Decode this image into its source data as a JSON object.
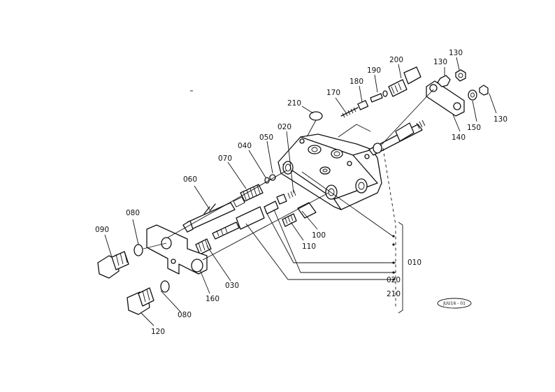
{
  "diagram": {
    "part_labels": [
      {
        "id": "p010",
        "text": "010"
      },
      {
        "id": "p020a",
        "text": "020"
      },
      {
        "id": "p020b",
        "text": "020"
      },
      {
        "id": "p030",
        "text": "030"
      },
      {
        "id": "p040",
        "text": "040"
      },
      {
        "id": "p050",
        "text": "050"
      },
      {
        "id": "p060",
        "text": "060"
      },
      {
        "id": "p070",
        "text": "070"
      },
      {
        "id": "p080a",
        "text": "080"
      },
      {
        "id": "p080b",
        "text": "080"
      },
      {
        "id": "p090",
        "text": "090"
      },
      {
        "id": "p100",
        "text": "100"
      },
      {
        "id": "p110",
        "text": "110"
      },
      {
        "id": "p120",
        "text": "120"
      },
      {
        "id": "p130a",
        "text": "130"
      },
      {
        "id": "p130b",
        "text": "130"
      },
      {
        "id": "p130c",
        "text": "130"
      },
      {
        "id": "p140",
        "text": "140"
      },
      {
        "id": "p150",
        "text": "150"
      },
      {
        "id": "p160",
        "text": "160"
      },
      {
        "id": "p170",
        "text": "170"
      },
      {
        "id": "p180",
        "text": "180"
      },
      {
        "id": "p190",
        "text": "190"
      },
      {
        "id": "p200",
        "text": "200"
      },
      {
        "id": "p210a",
        "text": "210"
      },
      {
        "id": "p210b",
        "text": "210"
      }
    ],
    "reference_code": "JUU16 - 01"
  }
}
